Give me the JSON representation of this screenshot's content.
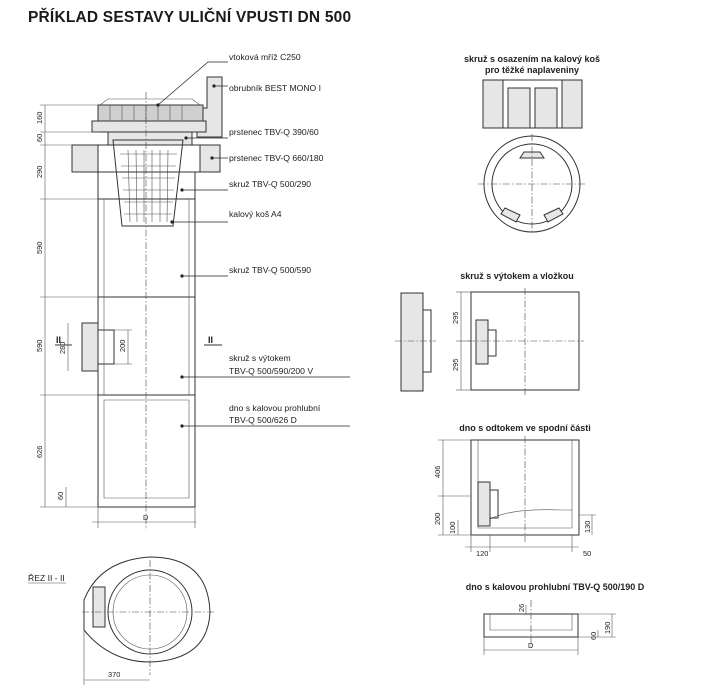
{
  "title": "PŘÍKLAD SESTAVY ULIČNÍ VPUSTI DN 500",
  "labels": {
    "grate": "vtoková mříž C250",
    "curb": "obrubník BEST MONO I",
    "ring60": "prstenec TBV-Q 390/60",
    "ring180": "prstenec TBV-Q 660/180",
    "ring290": "skruž TBV-Q 500/290",
    "basket": "kalový koš A4",
    "ring590": "skruž TBV-Q 500/590",
    "outlet_line1": "skruž s výtokem",
    "outlet_line2": "TBV-Q 500/590/200 V",
    "bottom_line1": "dno s kalovou prohlubní",
    "bottom_line2": "TBV-Q 500/626 D"
  },
  "dims_left": {
    "d160": "160",
    "d60": "60",
    "d290": "290",
    "d590a": "590",
    "d590b": "590",
    "d626": "626",
    "d280": "280",
    "d200": "200",
    "d60b": "60",
    "D": "D"
  },
  "section_marks": {
    "left": "II",
    "right": "II"
  },
  "section_title": "ŘEZ II - II",
  "section_dim": "370",
  "detail1": {
    "line1": "skruž s osazením na kalový koš",
    "line2": "pro těžké naplaveniny"
  },
  "detail2": {
    "title": "skruž s výtokem a vložkou",
    "d295a": "295",
    "d295b": "295"
  },
  "detail3": {
    "title": "dno s odtokem ve spodní části",
    "d406": "406",
    "d200": "200",
    "d100": "100",
    "d130": "130",
    "d120": "120",
    "d50": "50"
  },
  "detail4": {
    "title": "dno s kalovou prohlubní TBV-Q 500/190 D",
    "d26": "26",
    "d60": "60",
    "d190": "190",
    "D": "D"
  }
}
